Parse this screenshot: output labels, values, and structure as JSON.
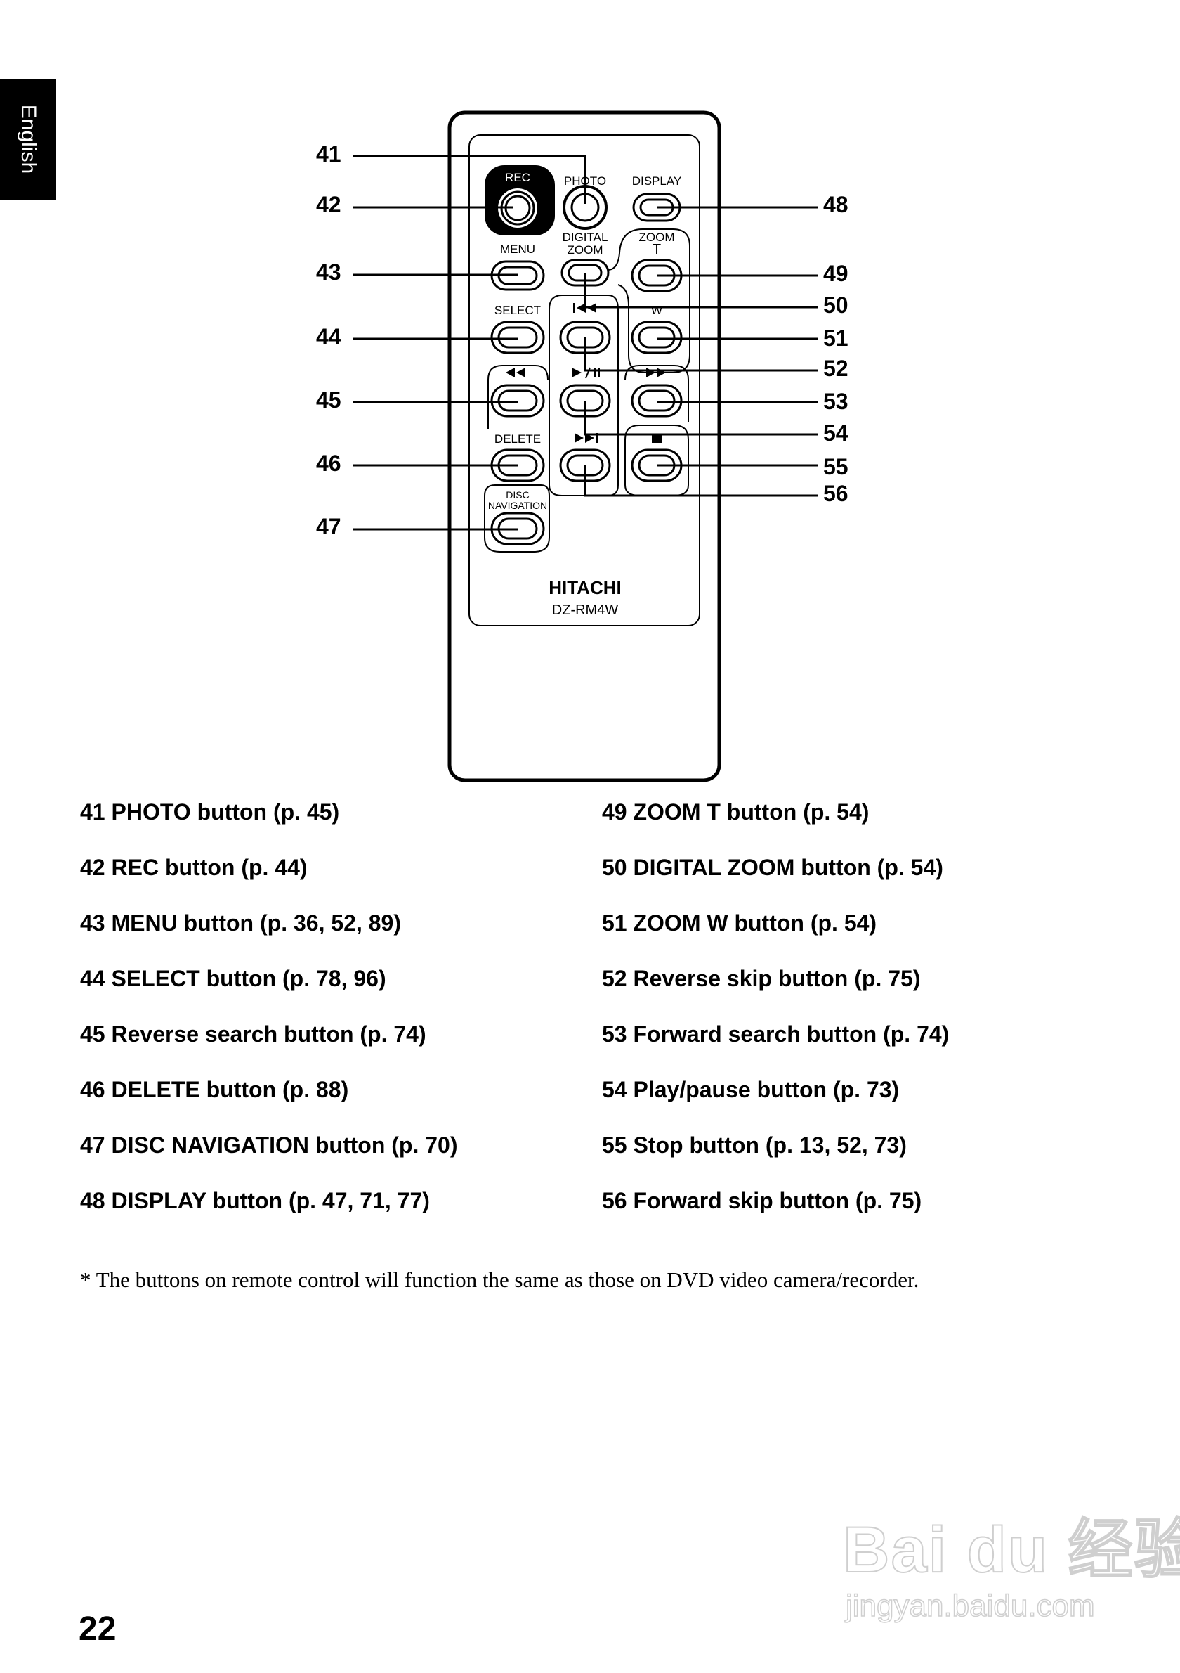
{
  "language_tab": "English",
  "remote": {
    "buttons": {
      "rec": "REC",
      "photo": "PHOTO",
      "display": "DISPLAY",
      "menu": "MENU",
      "digital_zoom_line1": "DIGITAL",
      "digital_zoom_line2": "ZOOM",
      "zoom_line1": "ZOOM",
      "zoom_line2": "T",
      "select": "SELECT",
      "zoom_w": "W",
      "delete": "DELETE",
      "disc_nav_line1": "DISC",
      "disc_nav_line2": "NAVIGATION"
    },
    "brand": "HITACHI",
    "model": "DZ-RM4W"
  },
  "callouts": {
    "n41": "41",
    "n42": "42",
    "n43": "43",
    "n44": "44",
    "n45": "45",
    "n46": "46",
    "n47": "47",
    "n48": "48",
    "n49": "49",
    "n50": "50",
    "n51": "51",
    "n52": "52",
    "n53": "53",
    "n54": "54",
    "n55": "55",
    "n56": "56"
  },
  "legend": {
    "left": [
      "41 PHOTO button (p. 45)",
      "42 REC button (p. 44)",
      "43 MENU button (p. 36, 52, 89)",
      "44 SELECT button  (p. 78, 96)",
      "45 Reverse search button (p. 74)",
      "46 DELETE button (p. 88)",
      "47 DISC NAVIGATION button (p. 70)",
      "48 DISPLAY button (p. 47, 71, 77)"
    ],
    "right": [
      "49 ZOOM T button (p. 54)",
      "50 DIGITAL ZOOM button (p. 54)",
      "51 ZOOM W button (p. 54)",
      "52 Reverse skip button (p. 75)",
      "53 Forward search button (p. 74)",
      "54 Play/pause button (p. 73)",
      "55 Stop button (p. 13, 52, 73)",
      "56 Forward skip button (p. 75)"
    ]
  },
  "footnote": "*  The buttons on remote control will function the same as those on DVD video camera/recorder.",
  "page_number": "22",
  "watermark": {
    "line1": "Bai du 经验",
    "line2": "jingyan.baidu.com"
  }
}
